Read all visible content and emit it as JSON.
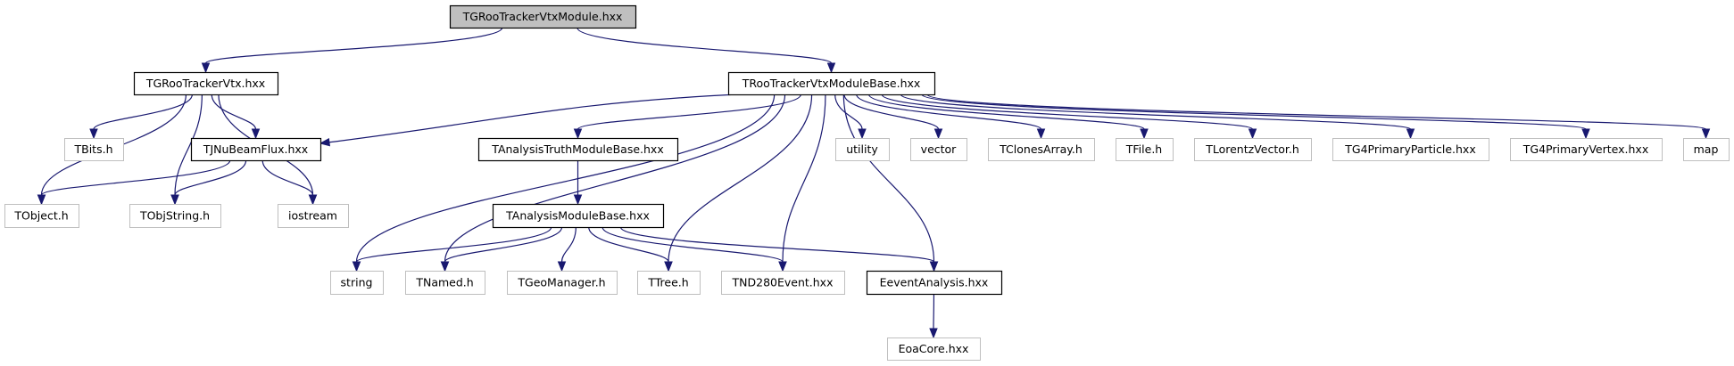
{
  "colors": {
    "edge": "#191970",
    "root_fill": "#bfbfbf",
    "documented_border": "#000000",
    "external_border": "#bfbfbf"
  },
  "nodes": [
    {
      "id": "root",
      "label": "TGRooTrackerVtxModule.hxx",
      "kind": "root"
    },
    {
      "id": "tgroo",
      "label": "TGRooTrackerVtx.hxx",
      "kind": "documented"
    },
    {
      "id": "trooBase",
      "label": "TRooTrackerVtxModuleBase.hxx",
      "kind": "documented"
    },
    {
      "id": "tbits",
      "label": "TBits.h",
      "kind": "external"
    },
    {
      "id": "tjnu",
      "label": "TJNuBeamFlux.hxx",
      "kind": "documented"
    },
    {
      "id": "truth",
      "label": "TAnalysisTruthModuleBase.hxx",
      "kind": "documented"
    },
    {
      "id": "utility",
      "label": "utility",
      "kind": "external"
    },
    {
      "id": "vector",
      "label": "vector",
      "kind": "external"
    },
    {
      "id": "tclones",
      "label": "TClonesArray.h",
      "kind": "external"
    },
    {
      "id": "tfile",
      "label": "TFile.h",
      "kind": "external"
    },
    {
      "id": "tlorentz",
      "label": "TLorentzVector.h",
      "kind": "external"
    },
    {
      "id": "tg4part",
      "label": "TG4PrimaryParticle.hxx",
      "kind": "external"
    },
    {
      "id": "tg4vert",
      "label": "TG4PrimaryVertex.hxx",
      "kind": "external"
    },
    {
      "id": "map",
      "label": "map",
      "kind": "external"
    },
    {
      "id": "tobject",
      "label": "TObject.h",
      "kind": "external"
    },
    {
      "id": "tobjstring",
      "label": "TObjString.h",
      "kind": "external"
    },
    {
      "id": "iostream",
      "label": "iostream",
      "kind": "external"
    },
    {
      "id": "anaBase",
      "label": "TAnalysisModuleBase.hxx",
      "kind": "documented"
    },
    {
      "id": "string",
      "label": "string",
      "kind": "external"
    },
    {
      "id": "tnamed",
      "label": "TNamed.h",
      "kind": "external"
    },
    {
      "id": "tgeo",
      "label": "TGeoManager.h",
      "kind": "external"
    },
    {
      "id": "ttree",
      "label": "TTree.h",
      "kind": "external"
    },
    {
      "id": "tnd280",
      "label": "TND280Event.hxx",
      "kind": "external"
    },
    {
      "id": "eevent",
      "label": "EeventAnalysis.hxx",
      "kind": "documented"
    },
    {
      "id": "eoacore",
      "label": "EoaCore.hxx",
      "kind": "external"
    }
  ],
  "edges": [
    [
      "root",
      "tgroo"
    ],
    [
      "root",
      "trooBase"
    ],
    [
      "tgroo",
      "tobject"
    ],
    [
      "tgroo",
      "tbits"
    ],
    [
      "tgroo",
      "tobjstring"
    ],
    [
      "tgroo",
      "tjnu"
    ],
    [
      "tgroo",
      "iostream"
    ],
    [
      "tjnu",
      "tobject"
    ],
    [
      "tjnu",
      "tobjstring"
    ],
    [
      "tjnu",
      "iostream"
    ],
    [
      "trooBase",
      "tjnu"
    ],
    [
      "trooBase",
      "string"
    ],
    [
      "trooBase",
      "tnamed"
    ],
    [
      "trooBase",
      "truth"
    ],
    [
      "trooBase",
      "ttree"
    ],
    [
      "trooBase",
      "tnd280"
    ],
    [
      "trooBase",
      "eevent"
    ],
    [
      "trooBase",
      "utility"
    ],
    [
      "trooBase",
      "vector"
    ],
    [
      "trooBase",
      "tclones"
    ],
    [
      "trooBase",
      "tfile"
    ],
    [
      "trooBase",
      "tlorentz"
    ],
    [
      "trooBase",
      "tg4part"
    ],
    [
      "trooBase",
      "tg4vert"
    ],
    [
      "trooBase",
      "map"
    ],
    [
      "truth",
      "anaBase"
    ],
    [
      "anaBase",
      "string"
    ],
    [
      "anaBase",
      "tnamed"
    ],
    [
      "anaBase",
      "tgeo"
    ],
    [
      "anaBase",
      "ttree"
    ],
    [
      "anaBase",
      "tnd280"
    ],
    [
      "anaBase",
      "eevent"
    ],
    [
      "eevent",
      "eoacore"
    ]
  ]
}
